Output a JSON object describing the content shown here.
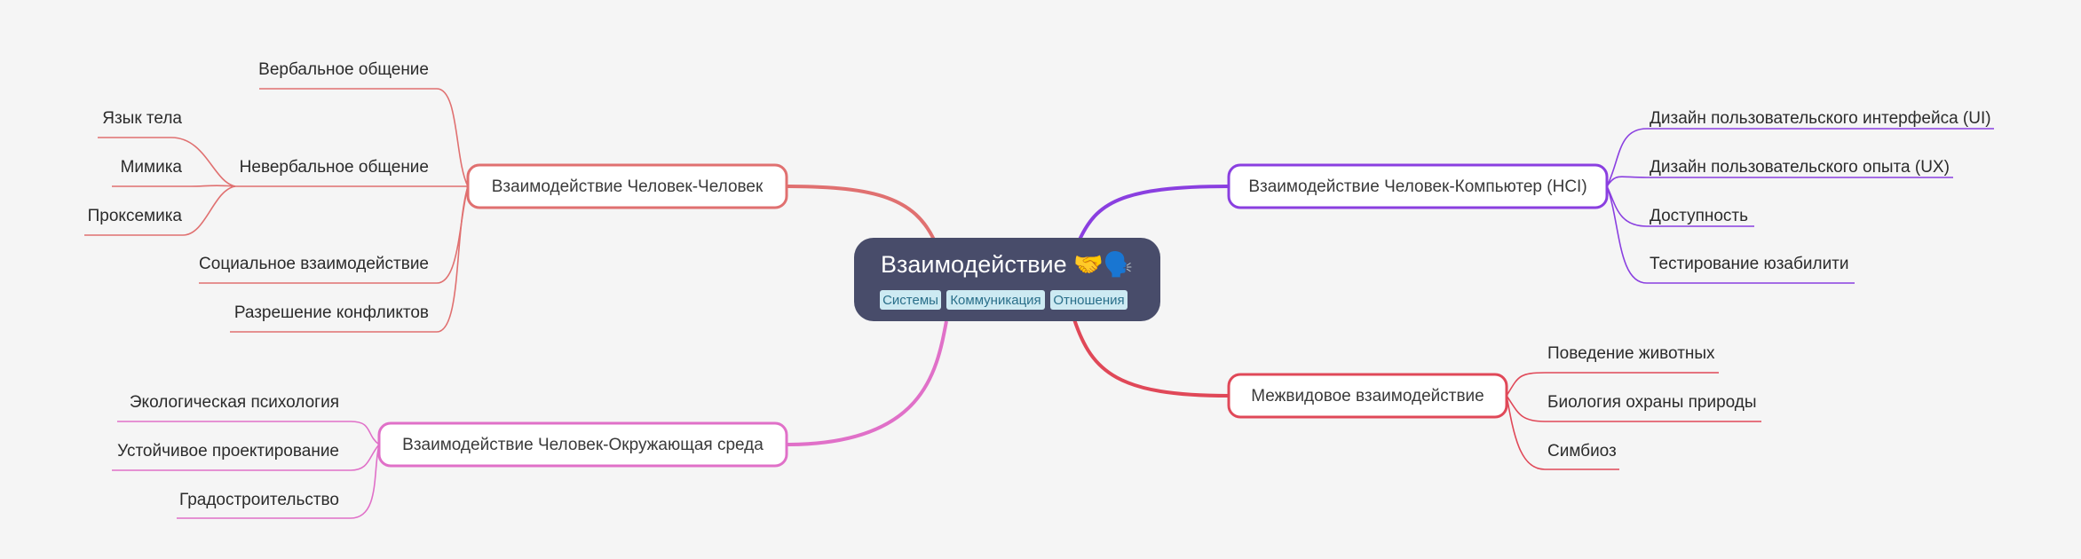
{
  "root": {
    "title": "Взаимодействие 🤝🗣️",
    "tags": [
      "Системы",
      "Коммуникация",
      "Отношения"
    ]
  },
  "branches": [
    {
      "label": "Взаимодействие Человек-Человек",
      "color": "#e07070",
      "children": [
        {
          "label": "Вербальное общение"
        },
        {
          "label": "Невербальное общение",
          "children": [
            {
              "label": "Язык тела"
            },
            {
              "label": "Мимика"
            },
            {
              "label": "Проксемика"
            }
          ]
        },
        {
          "label": "Социальное взаимодействие"
        },
        {
          "label": "Разрешение конфликтов"
        }
      ]
    },
    {
      "label": "Взаимодействие Человек-Окружающая среда",
      "color": "#e070c8",
      "children": [
        {
          "label": "Экологическая психология"
        },
        {
          "label": "Устойчивое проектирование"
        },
        {
          "label": "Градостроительство"
        }
      ]
    },
    {
      "label": "Взаимодействие Человек-Компьютер (HCI)",
      "color": "#8a3fe0",
      "children": [
        {
          "label": "Дизайн пользовательского интерфейса (UI)"
        },
        {
          "label": "Дизайн пользовательского опыта (UX)"
        },
        {
          "label": "Доступность"
        },
        {
          "label": "Тестирование юзабилити"
        }
      ]
    },
    {
      "label": "Межвидовое взаимодействие",
      "color": "#e04858",
      "children": [
        {
          "label": "Поведение животных"
        },
        {
          "label": "Биология охраны природы"
        },
        {
          "label": "Симбиоз"
        }
      ]
    }
  ]
}
